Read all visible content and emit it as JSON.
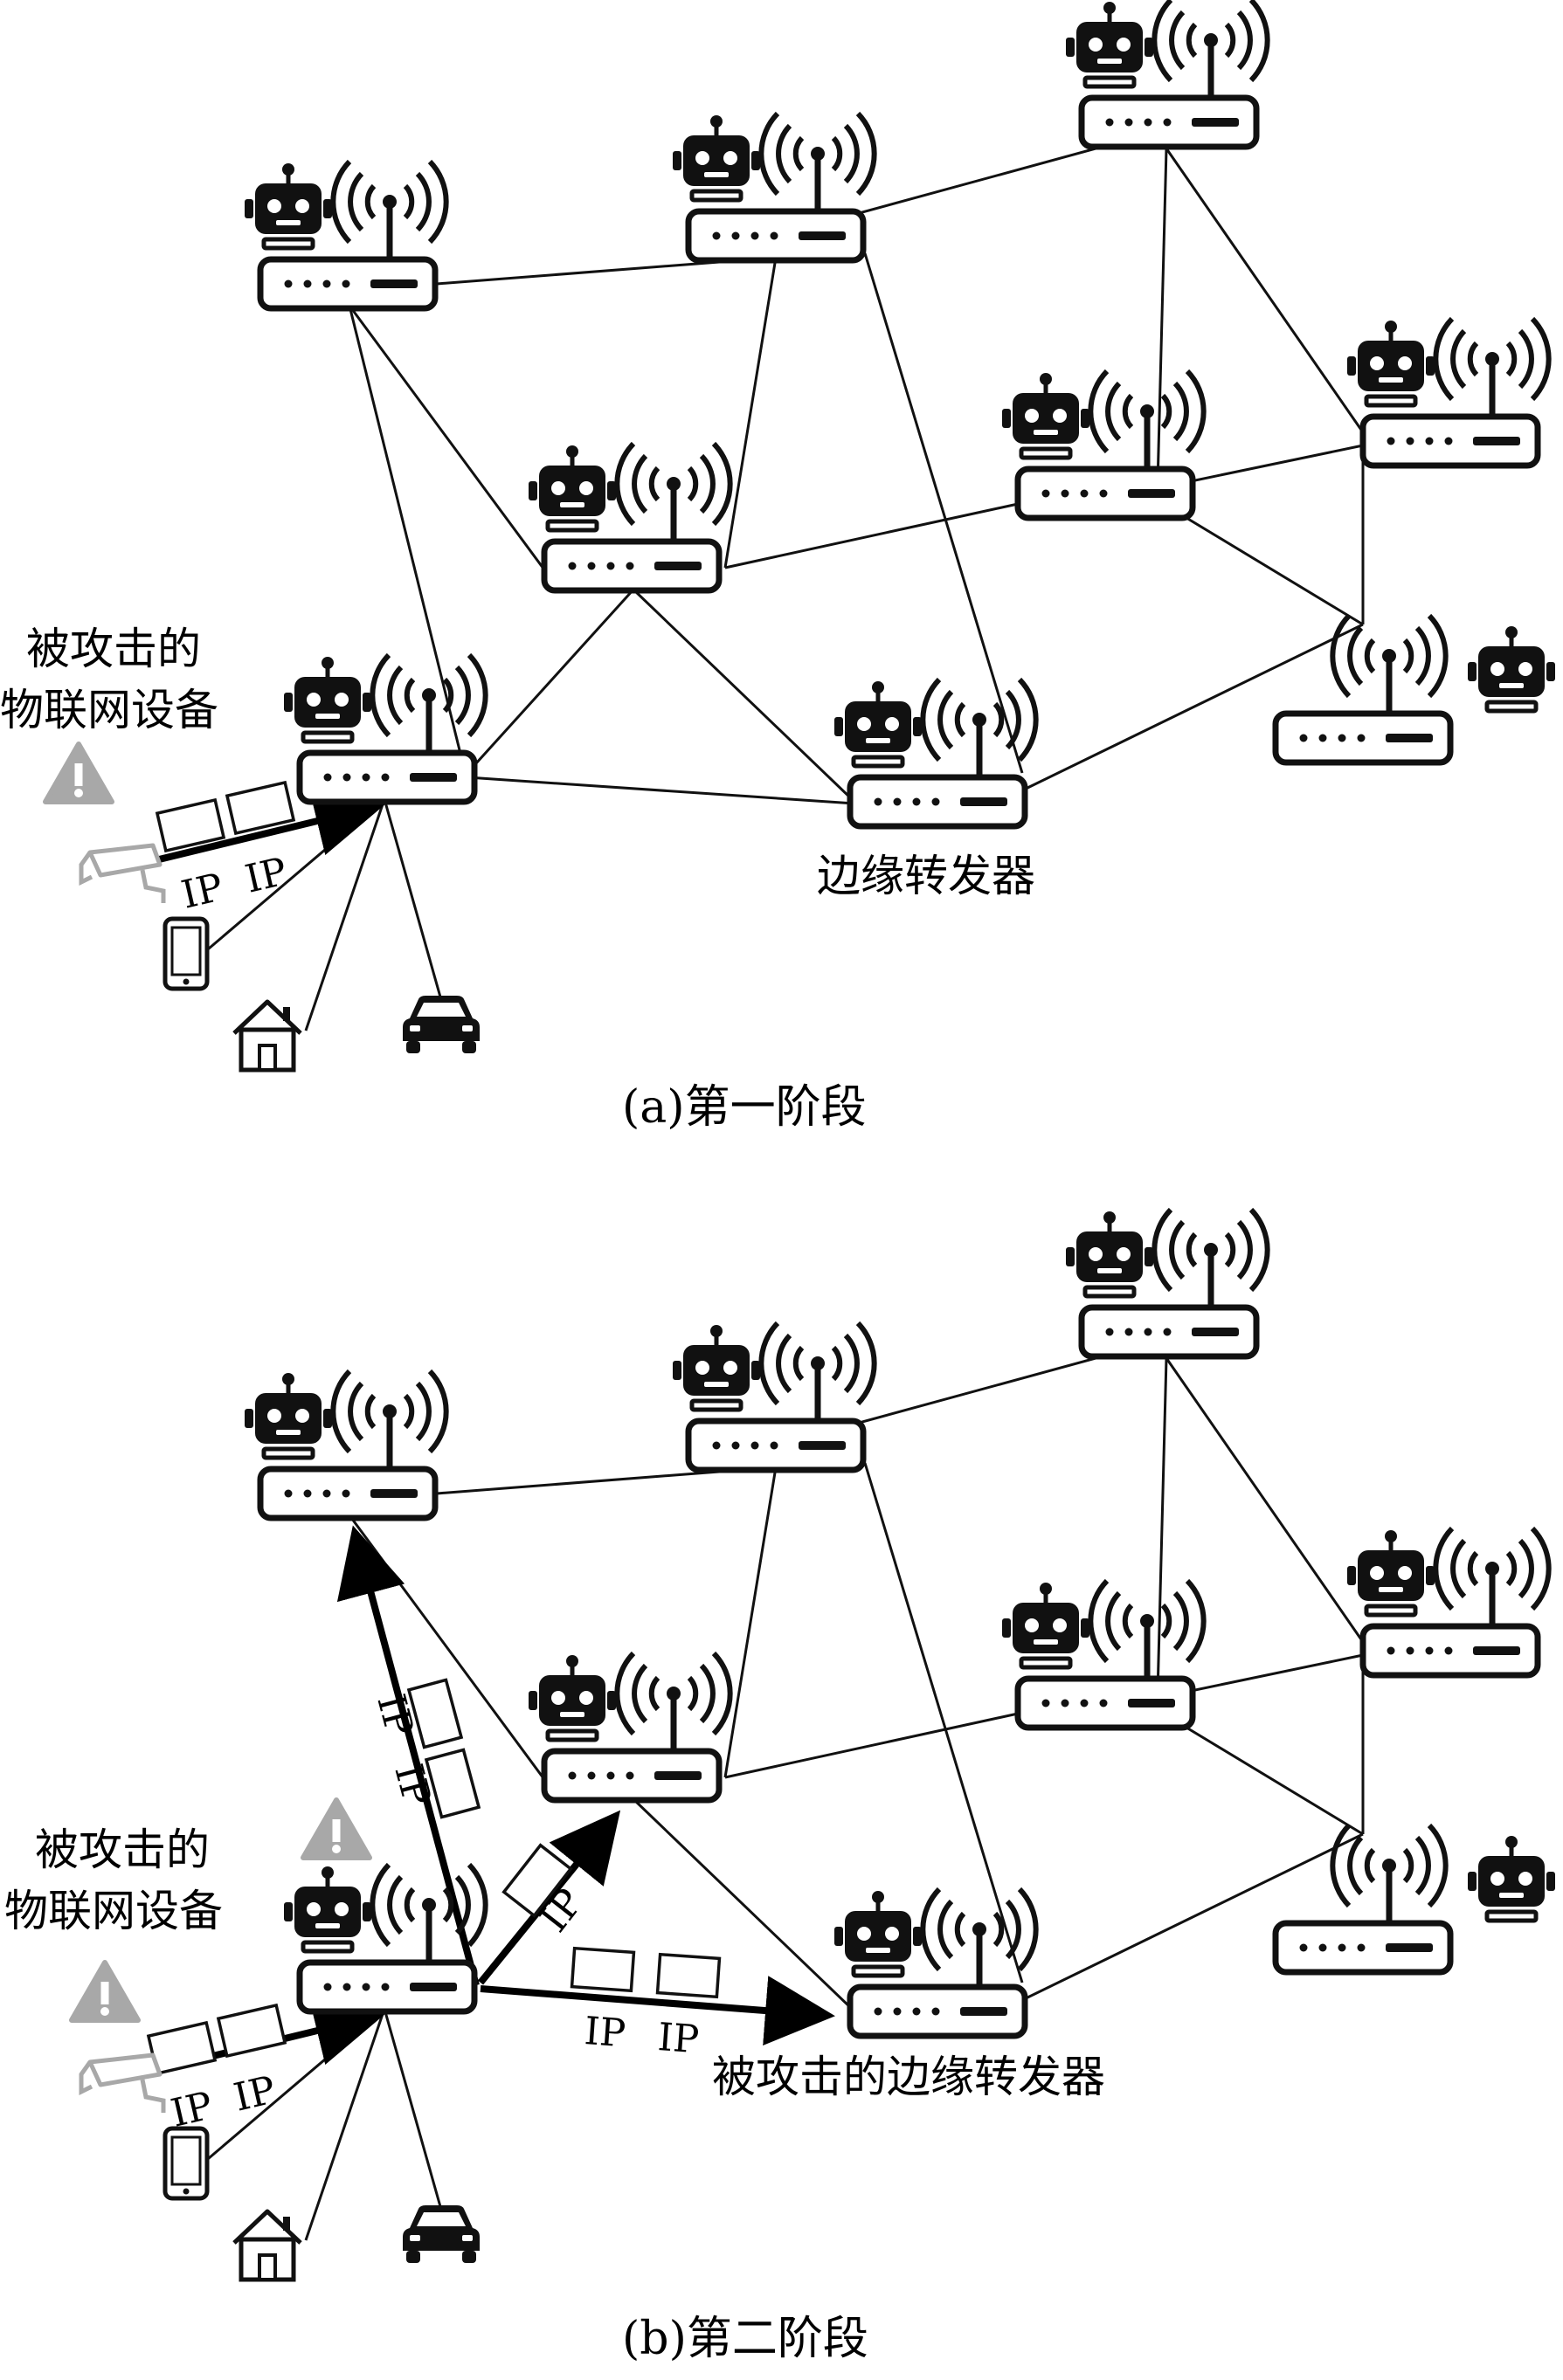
{
  "panels": [
    {
      "caption": "(a)第一阶段",
      "attacked_iot_label_line1": "被攻击的",
      "attacked_iot_label_line2": "物联网设备",
      "router_label": "边缘转发器",
      "packet_label": "IP"
    },
    {
      "caption": "(b)第二阶段",
      "attacked_iot_label_line1": "被攻击的",
      "attacked_iot_label_line2": "物联网设备",
      "router_label": "被攻击的边缘转发器",
      "packet_label": "IP"
    }
  ],
  "icons": {
    "router": "router-icon",
    "bot": "bot-icon",
    "wifi": "wifi-signal-icon",
    "warning": "warning-icon",
    "camera": "camera-icon",
    "phone": "phone-icon",
    "house": "house-icon",
    "car": "car-icon"
  },
  "colors": {
    "line": "#111111",
    "warning": "#a8a8a8"
  }
}
